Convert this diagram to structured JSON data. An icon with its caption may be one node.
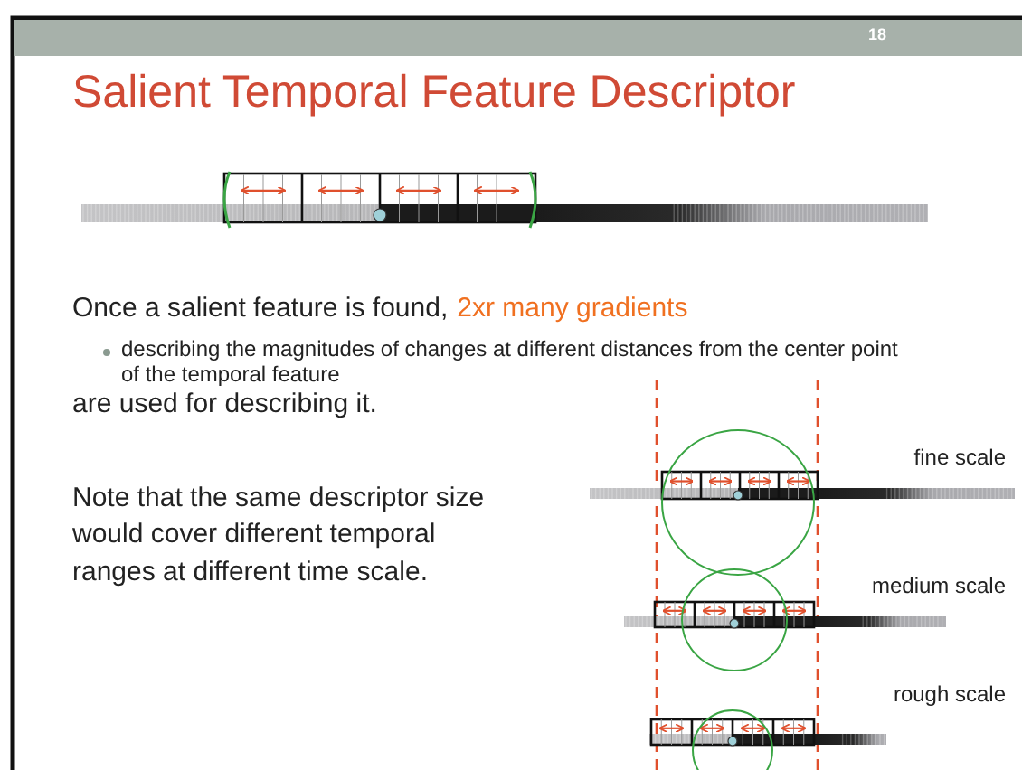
{
  "diagram": {
    "title": "Salient Temporal Feature Descriptor",
    "labels": [
      "18",
      "Once a salient feature is found,",
      "2xr many gradients",
      "describing the magnitudes of changes at different distances from the center point of the temporal feature",
      "are used for describing it.",
      "Note that the same descriptor size would cover different temporal ranges at different time scale.",
      "fine scale",
      "medium scale",
      "rough scale"
    ]
  }
}
